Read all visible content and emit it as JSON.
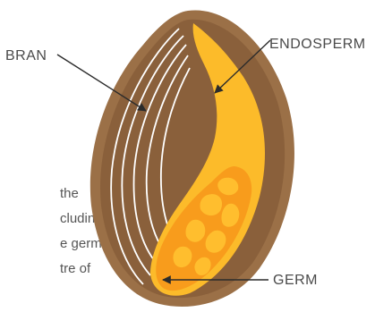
{
  "colors": {
    "bran_outer": "#9b7047",
    "bran_inner": "#8a603b",
    "bran_lines": "#ffffff",
    "endosperm": "#fcbb2a",
    "endosperm_light": "#ffcf42",
    "germ": "#f89c1c",
    "germ_texture": "#ffbe2e",
    "label_text": "#4a4a4a",
    "arrow": "#2b2b2b"
  },
  "labels": {
    "bran": "BRAN",
    "endosperm": "ENDOSPERM",
    "germ": "GERM"
  },
  "body_text_fragments": [
    "the",
    "cluding",
    "e germ",
    "tre of"
  ]
}
